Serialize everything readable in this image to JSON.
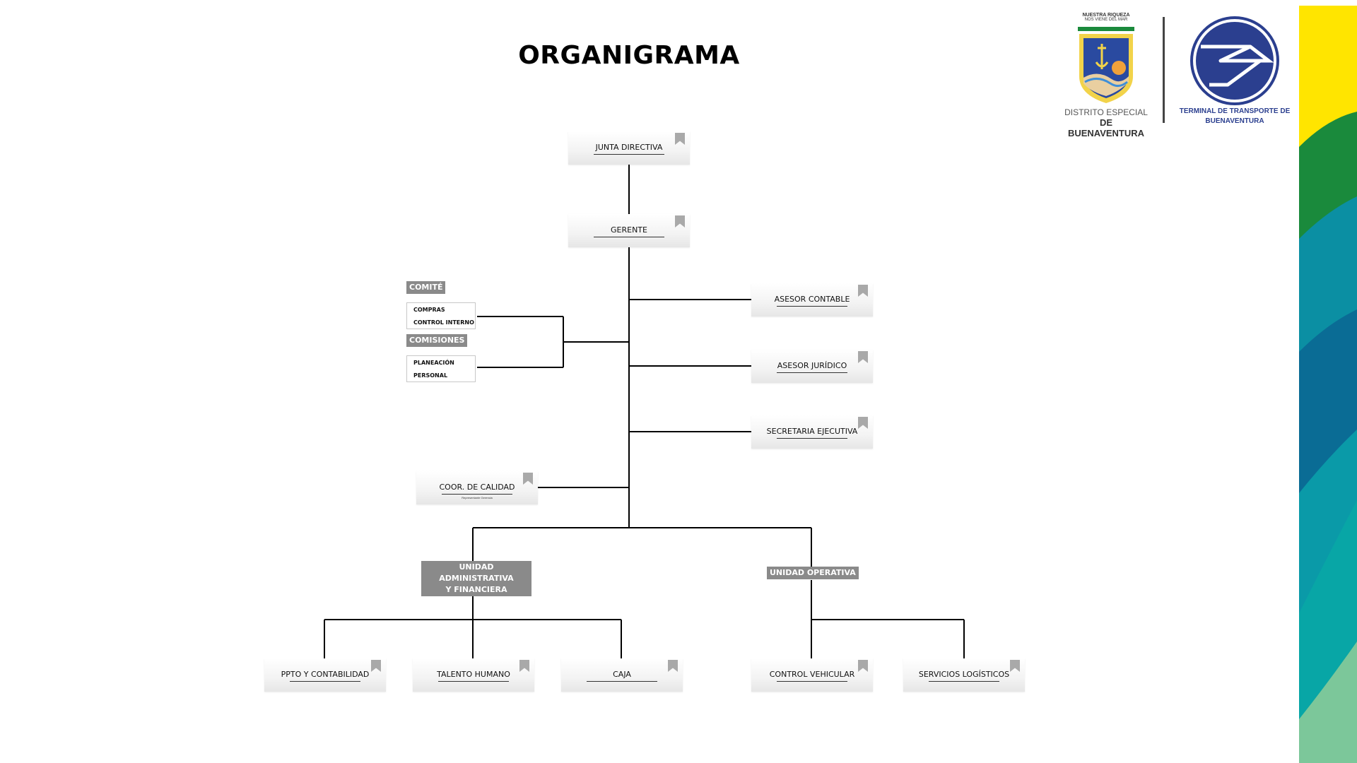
{
  "title": "ORGANIGRAMA",
  "logos": {
    "left_logo": {
      "motto_line1": "NUESTRA RIQUEZA",
      "motto_line2": "NOS VIENE DEL MAR",
      "name_line1": "DISTRITO ESPECIAL",
      "name_line2": "DE BUENAVENTURA"
    },
    "right_logo": {
      "name_line1": "TERMINAL DE TRANSPORTE DE",
      "name_line2": "BUENAVENTURA"
    }
  },
  "org": {
    "junta": "JUNTA DIRECTIVA",
    "gerente": "GERENTE",
    "asesor_contable": "ASESOR CONTABLE",
    "asesor_juridico": "ASESOR JURÍDICO",
    "secretaria": "SECRETARIA EJECUTIVA",
    "coor_calidad": "COOR. DE CALIDAD",
    "coor_calidad_sub": "Representante Gerencia",
    "comite_tag": "COMITÉ",
    "comite_items": [
      "COMPRAS",
      "CONTROL INTERNO"
    ],
    "comisiones_tag": "COMISIONES",
    "comisiones_items": [
      "PLANEACIÓN",
      "PERSONAL"
    ],
    "unidad_admin_line1": "UNIDAD ADMINISTRATIVA",
    "unidad_admin_line2": "Y FINANCIERA",
    "unidad_operativa": "UNIDAD OPERATIVA",
    "ppto": "PPTO Y CONTABILIDAD",
    "talento": "TALENTO HUMANO",
    "caja": "CAJA",
    "control_vehicular": "CONTROL VEHICULAR",
    "servicios": "SERVICIOS LOGÍSTICOS"
  },
  "colors": {
    "line": "#000000",
    "tag_bg": "#8a8a8a",
    "bookmark": "#a9a9a9",
    "brand_blue": "#2b3f8f",
    "band_yellow": "#ffe500",
    "band_green": "#1a8a3c",
    "band_teal": "#0b8fa3",
    "band_blue": "#0a6c95",
    "band_light": "#7cc79a"
  }
}
